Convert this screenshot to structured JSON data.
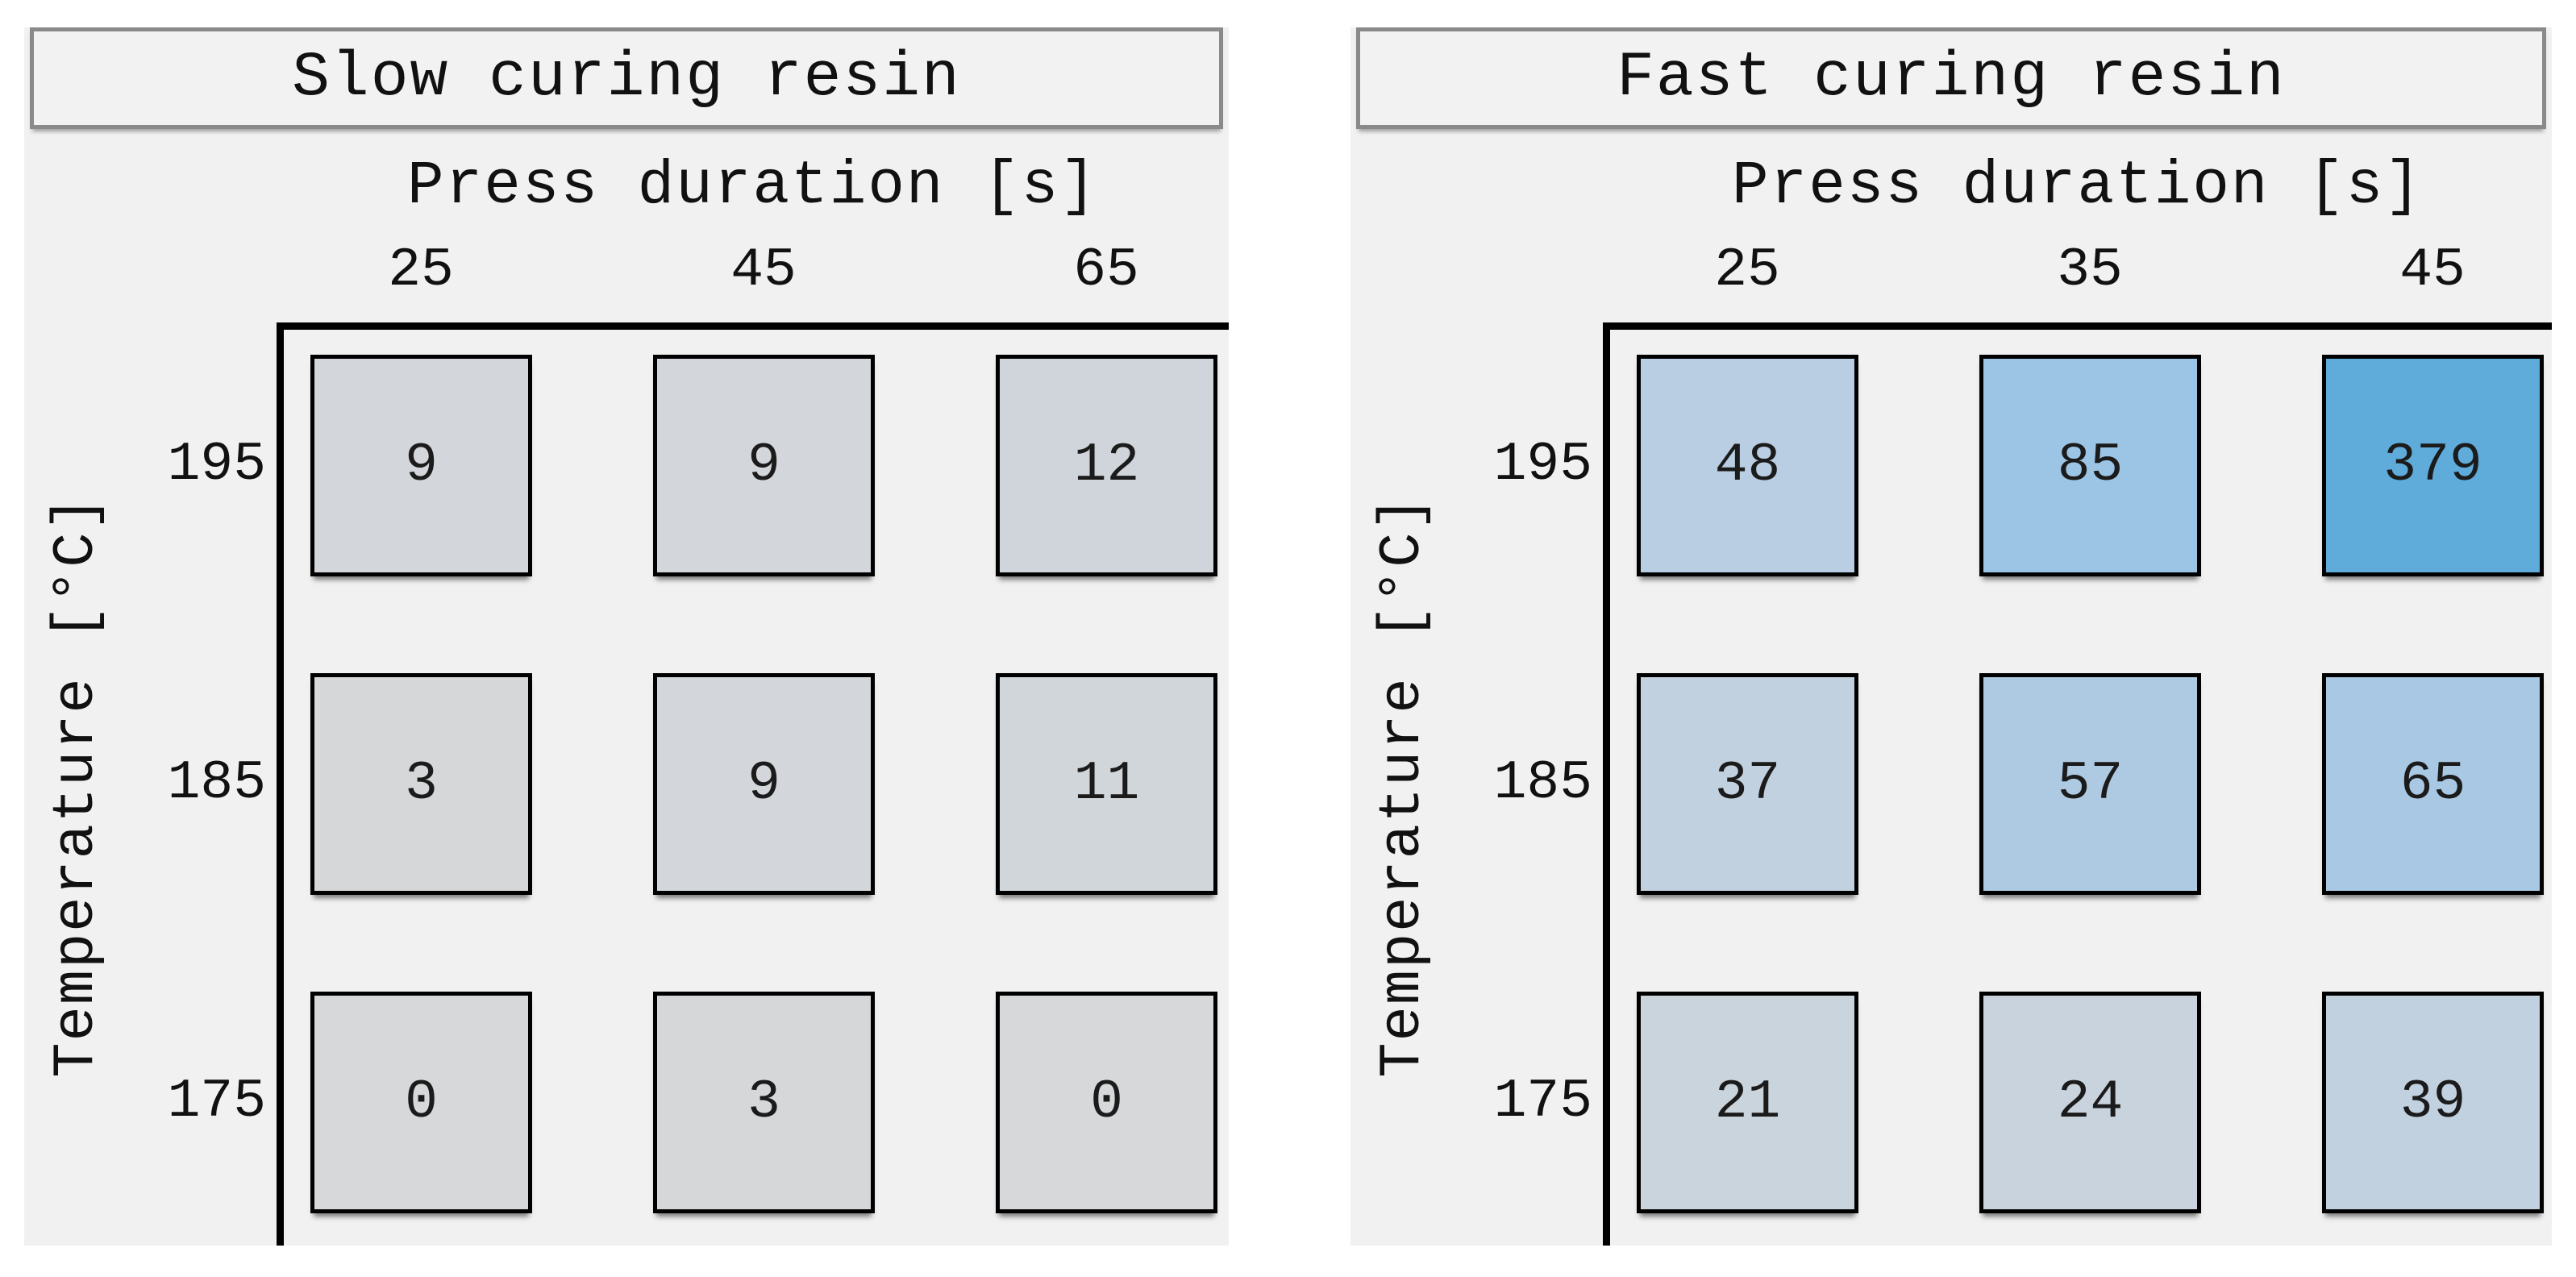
{
  "panels": [
    {
      "title": "Slow curing resin",
      "x_axis_label": "Press duration [s]",
      "y_axis_label": "Temperature [°C]",
      "x_ticks": [
        "25",
        "45",
        "65"
      ],
      "y_ticks": [
        "195",
        "185",
        "175"
      ],
      "rows": [
        {
          "temp": "195",
          "cells": [
            {
              "value": "9",
              "color": "#d3d6da"
            },
            {
              "value": "9",
              "color": "#d3d6da"
            },
            {
              "value": "12",
              "color": "#d0d5db"
            }
          ]
        },
        {
          "temp": "185",
          "cells": [
            {
              "value": "3",
              "color": "#d5d7d9"
            },
            {
              "value": "9",
              "color": "#d3d6da"
            },
            {
              "value": "11",
              "color": "#d1d6db"
            }
          ]
        },
        {
          "temp": "175",
          "cells": [
            {
              "value": "0",
              "color": "#d6d8d9"
            },
            {
              "value": "3",
              "color": "#d5d7d9"
            },
            {
              "value": "0",
              "color": "#d6d8d9"
            }
          ]
        }
      ]
    },
    {
      "title": "Fast curing resin",
      "x_axis_label": "Press duration [s]",
      "y_axis_label": "Temperature [°C]",
      "x_ticks": [
        "25",
        "35",
        "45"
      ],
      "y_ticks": [
        "195",
        "185",
        "175"
      ],
      "rows": [
        {
          "temp": "195",
          "cells": [
            {
              "value": "48",
              "color": "#b9cee2"
            },
            {
              "value": "85",
              "color": "#9cc4e5"
            },
            {
              "value": "379",
              "color": "#5fabd9"
            }
          ]
        },
        {
          "temp": "185",
          "cells": [
            {
              "value": "37",
              "color": "#c2d1e0"
            },
            {
              "value": "57",
              "color": "#aecae2"
            },
            {
              "value": "65",
              "color": "#a8c8e3"
            }
          ]
        },
        {
          "temp": "175",
          "cells": [
            {
              "value": "21",
              "color": "#cad4dd"
            },
            {
              "value": "24",
              "color": "#c8d3dd"
            },
            {
              "value": "39",
              "color": "#c1d1e0"
            }
          ]
        }
      ]
    }
  ],
  "colors": {
    "panel_background": "#f1f1f1",
    "title_box_background": "#f2f2f2",
    "title_box_border": "#8a8a8a",
    "cell_border": "#000000",
    "axis_spine": "#000000",
    "value_text": "#1b1b1b"
  },
  "chart_data": [
    {
      "type": "heatmap",
      "title": "Slow curing resin",
      "xlabel": "Press duration [s]",
      "ylabel": "Temperature [°C]",
      "x": [
        25,
        45,
        65
      ],
      "y": [
        195,
        185,
        175
      ],
      "values": [
        [
          9,
          9,
          12
        ],
        [
          3,
          9,
          11
        ],
        [
          0,
          3,
          0
        ]
      ],
      "legend": "none",
      "grid": false
    },
    {
      "type": "heatmap",
      "title": "Fast curing resin",
      "xlabel": "Press duration [s]",
      "ylabel": "Temperature [°C]",
      "x": [
        25,
        35,
        45
      ],
      "y": [
        195,
        185,
        175
      ],
      "values": [
        [
          48,
          85,
          379
        ],
        [
          37,
          57,
          65
        ],
        [
          21,
          24,
          39
        ]
      ],
      "legend": "none",
      "grid": false
    }
  ]
}
